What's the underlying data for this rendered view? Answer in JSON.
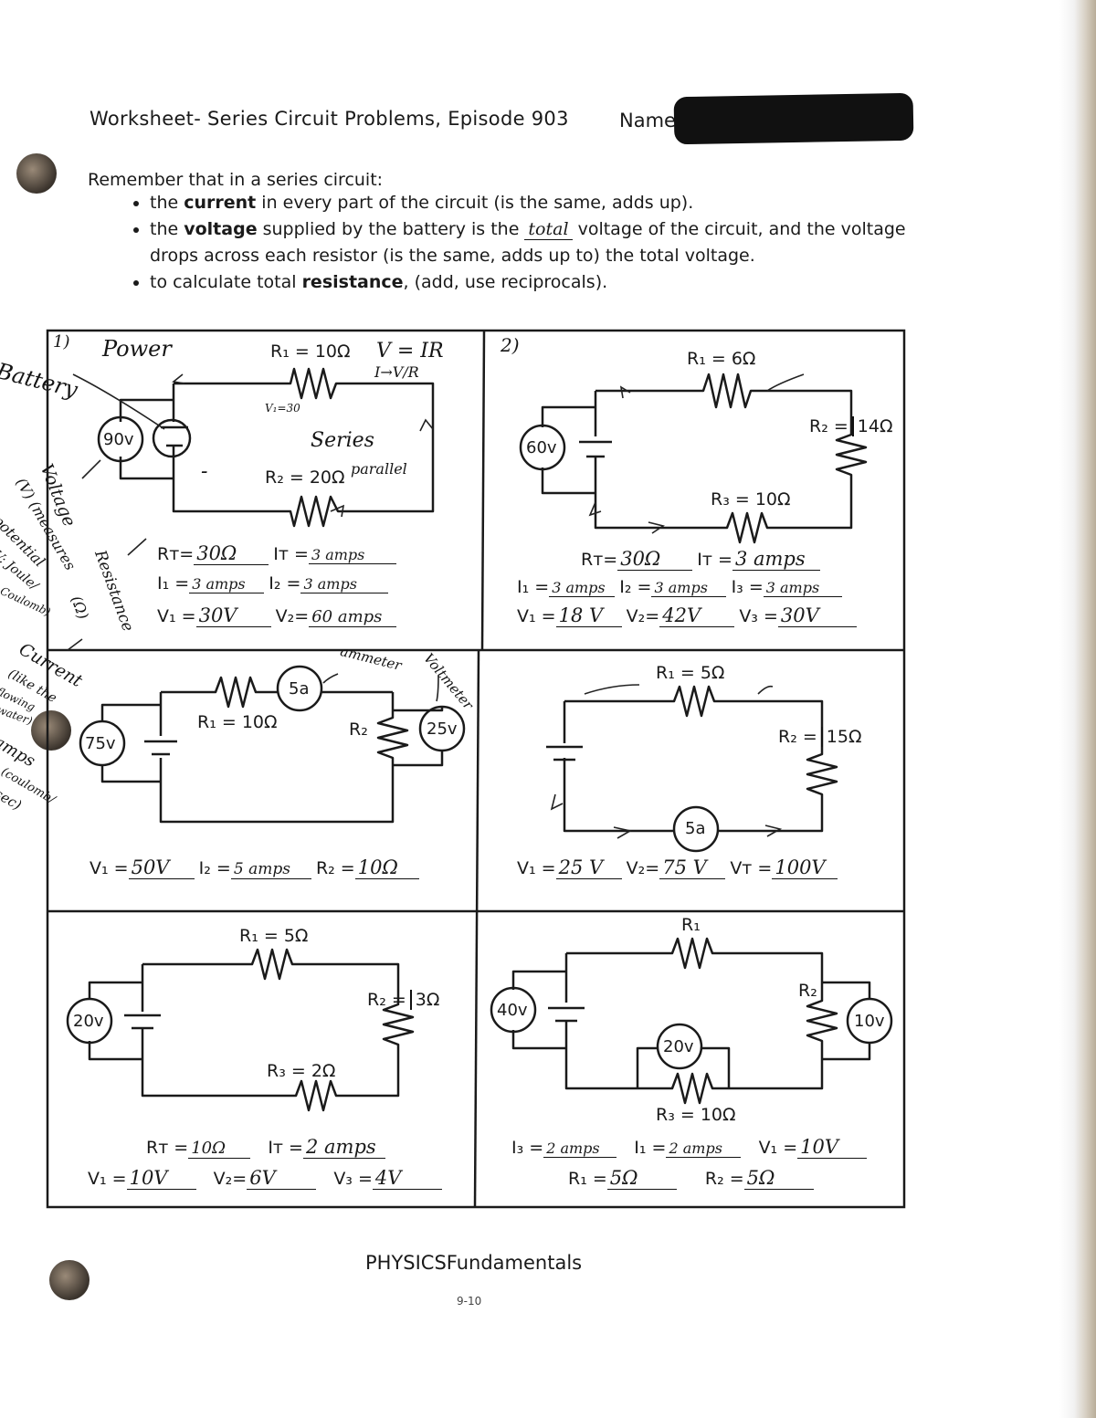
{
  "header": {
    "title": "Worksheet- Series Circuit Problems, Episode 903",
    "name_label": "Name"
  },
  "intro": "Remember that in a series circuit:",
  "rules": [
    {
      "pre": "the ",
      "bold": "current",
      "post": " in every part of the circuit (is the same, adds up)."
    },
    {
      "pre": "the ",
      "bold": "voltage",
      "post_a": " supplied by the battery is the ",
      "fill": "total",
      "post_b": " voltage of the circuit, and the voltage drops across each resistor (is the same, adds up to) the total voltage."
    },
    {
      "pre": "to calculate total ",
      "bold": "resistance",
      "post": ", (add, use reciprocals)."
    }
  ],
  "margin_notes": {
    "battery": "Battery",
    "voltage": "Voltage",
    "v_measures": "(V) (measures",
    "potential": "potential",
    "v_joule": "V: Joule/",
    "coulomb": "Coulomb)",
    "resistance": "Resistance",
    "ohm": "(Ω)",
    "current": "Current",
    "like_flow": "(like the",
    "flowing": "flowing",
    "water": "water)",
    "amps": "amps",
    "coulomb_sec": "(coulomb/",
    "sec": "sec)"
  },
  "problems": {
    "p1": {
      "number": "1)",
      "battery": "90v",
      "r1_label": "R₁ = 10Ω",
      "r2_label": "R₂ = 20Ω",
      "notes": {
        "power": "Power",
        "vir": "V = IR",
        "ivr": "I→V/R",
        "v1": "V₁=30",
        "series": "Series",
        "parallel": "parallel",
        "minus": "-"
      },
      "answers": {
        "rt_label": "Rᴛ=",
        "rt": "30Ω",
        "it_label": "Iᴛ =",
        "it": "3 amps",
        "i1_label": "I₁ =",
        "i1": "3 amps",
        "i2_label": "I₂ =",
        "i2": "3 amps",
        "v1_label": "V₁ =",
        "v1": "30V",
        "v2_label": "V₂=",
        "v2": "60 amps"
      }
    },
    "p2": {
      "number": "2)",
      "battery": "60v",
      "r1_label": "R₁ = 6Ω",
      "r2_label": "R₂ =",
      "r2_value": "14Ω",
      "r3_label": "R₃ = 10Ω",
      "answers": {
        "rt_label": "Rᴛ=",
        "rt": "30Ω",
        "it_label": "Iᴛ =",
        "it": "3 amps",
        "i1_label": "I₁ =",
        "i1": "3 amps",
        "i2_label": "I₂ =",
        "i2": "3 amps",
        "i3_label": "I₃ =",
        "i3": "3 amps",
        "v1_label": "V₁ =",
        "v1": "18 V",
        "v2_label": "V₂=",
        "v2": "42V",
        "v3_label": "V₃ =",
        "v3": "30V"
      }
    },
    "p3": {
      "battery": "75v",
      "ammeter": "5a",
      "voltmeter": "25v",
      "r1_label": "R₁ = 10Ω",
      "r2_label": "R₂",
      "notes": {
        "ammeter": "ammeter",
        "voltmeter": "Voltmeter"
      },
      "answers": {
        "v1_label": "V₁ =",
        "v1": "50V",
        "i2_label": "I₂ =",
        "i2": "5 amps",
        "r2_label": "R₂ =",
        "r2": "10Ω"
      }
    },
    "p4": {
      "r1_label": "R₁ = 5Ω",
      "r2_label": "R₂ =",
      "r2_value": "15Ω",
      "ammeter": "5a",
      "answers": {
        "v1_label": "V₁ =",
        "v1": "25 V",
        "v2_label": "V₂=",
        "v2": "75 V",
        "vt_label": "Vᴛ =",
        "vt": "100V"
      }
    },
    "p5": {
      "battery": "20v",
      "r1_label": "R₁ = 5Ω",
      "r2_label": "R₂ =",
      "r2_value": "3Ω",
      "r3_label": "R₃ = 2Ω",
      "answers": {
        "rt_label": "Rᴛ =",
        "rt": "10Ω",
        "it_label": "Iᴛ =",
        "it": "2 amps",
        "v1_label": "V₁ =",
        "v1": "10V",
        "v2_label": "V₂=",
        "v2": "6V",
        "v3_label": "V₃ =",
        "v3": "4V"
      }
    },
    "p6": {
      "battery": "40v",
      "r1_label": "R₁",
      "r2_label": "R₂",
      "r3_label": "R₃ = 10Ω",
      "voltmeter_r2": "10v",
      "voltmeter_r3": "20v",
      "answers": {
        "i3_label": "I₃ =",
        "i3": "2 amps",
        "i1_label": "I₁ =",
        "i1": "2 amps",
        "v1_label": "V₁ =",
        "v1": "10V",
        "r1_label": "R₁ =",
        "r1": "5Ω",
        "r2_label": "R₂ =",
        "r2": "5Ω"
      }
    }
  },
  "footer": {
    "brand": "PHYSICSFundamentals",
    "page": "9-10"
  }
}
